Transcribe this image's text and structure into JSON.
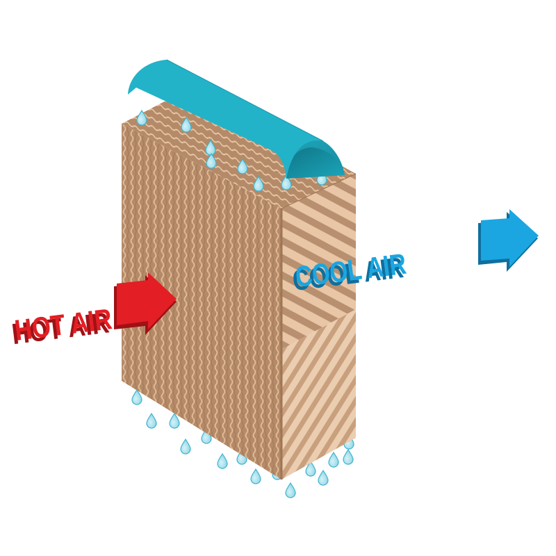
{
  "diagram": {
    "type": "evaporative-cooling-pad",
    "labels": {
      "inlet": "HOT AIR",
      "outlet": "COOL AIR"
    },
    "colors": {
      "background": "#ffffff",
      "hot_air": "#e31e24",
      "hot_air_shadow": "#9e1217",
      "cool_air": "#1ba6e1",
      "cool_air_shadow": "#0f6f9e",
      "water_pipe": "#22b1c8",
      "water_pipe_shadow": "#137a8c",
      "pad_dark": "#b48a68",
      "pad_light": "#e8c6a6",
      "pad_mid": "#c9a07e",
      "droplet": "#a8e0ec",
      "droplet_edge": "#3bb8d0"
    },
    "components": [
      {
        "id": "water-distribution-pipe",
        "description": "Half-cylinder water trough on top of pad"
      },
      {
        "id": "cellulose-pad",
        "description": "Corrugated honeycomb cooling pad block"
      },
      {
        "id": "hot-air-arrow",
        "description": "Red 3D arrow entering pad from left"
      },
      {
        "id": "cool-air-arrow",
        "description": "Blue 3D arrow exiting pad to right"
      },
      {
        "id": "water-droplets-top",
        "count": 11
      },
      {
        "id": "water-droplets-bottom",
        "count": 19
      }
    ]
  }
}
